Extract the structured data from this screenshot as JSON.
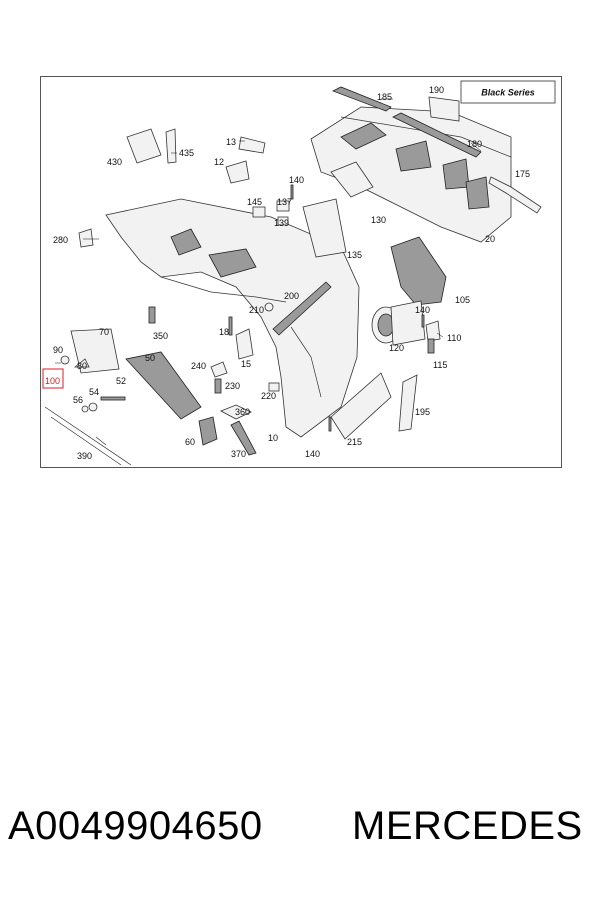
{
  "diagram": {
    "badge": "Black Series",
    "highlighted": "100",
    "labels": {
      "185": "185",
      "190": "190",
      "180": "180",
      "175": "175",
      "20": "20",
      "430": "430",
      "435": "435",
      "13": "13",
      "12": "12",
      "140": "140",
      "145": "145",
      "137": "137",
      "139": "139",
      "130": "130",
      "280": "280",
      "135": "135",
      "105": "105",
      "200": "200",
      "210": "210",
      "350": "350",
      "18": "18",
      "70": "70",
      "90": "90",
      "100": "100",
      "80": "80",
      "50": "50",
      "240": "240",
      "15": "15",
      "120": "120",
      "110": "110",
      "115": "115",
      "52": "52",
      "54": "54",
      "56": "56",
      "230": "230",
      "220": "220",
      "360": "360",
      "60": "60",
      "195": "195",
      "215": "215",
      "10": "10",
      "370": "370",
      "390": "390"
    },
    "labels_140_extra": [
      "140",
      "140"
    ]
  },
  "footer": {
    "part_number": "A0049904650",
    "brand": "MERCEDES"
  }
}
